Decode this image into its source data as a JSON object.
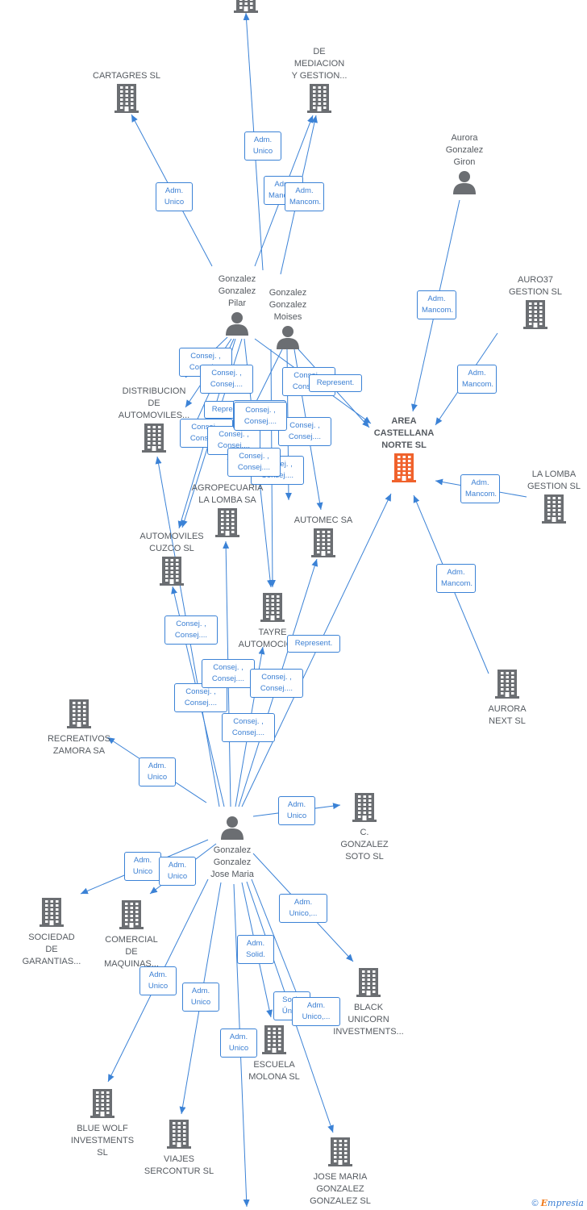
{
  "nodes": {
    "cartagres": {
      "label": "CARTAGRES  SL",
      "kind": "company"
    },
    "mediacion": {
      "label": "DE\nMEDIACION\nY GESTION...",
      "kind": "company"
    },
    "aurora_giron": {
      "label": "Aurora\nGonzalez\nGiron",
      "kind": "person"
    },
    "pilar": {
      "label": "Gonzalez\nGonzalez\nPilar",
      "kind": "person"
    },
    "moises": {
      "label": "Gonzalez\nGonzalez\nMoises",
      "kind": "person"
    },
    "auro37": {
      "label": "AURO37\nGESTION  SL",
      "kind": "company"
    },
    "distribucion": {
      "label": "DISTRIBUCION\nDE\nAUTOMOVILES...",
      "kind": "company"
    },
    "area": {
      "label": "AREA\nCASTELLANA\nNORTE  SL",
      "kind": "focus"
    },
    "lomba_gestion": {
      "label": "LA LOMBA\nGESTION  SL",
      "kind": "company"
    },
    "agropecuaria": {
      "label": "AGROPECUARIA\nLA LOMBA SA",
      "kind": "company"
    },
    "automec": {
      "label": "AUTOMEC SA",
      "kind": "company"
    },
    "cuzco": {
      "label": "AUTOMOVILES\nCUZCO  SL",
      "kind": "company"
    },
    "tayre": {
      "label": "TAYRE\nAUTOMOCION...",
      "kind": "company"
    },
    "aurora_next": {
      "label": "AURORA\nNEXT  SL",
      "kind": "company"
    },
    "recreativos": {
      "label": "RECREATIVOS\nZAMORA SA",
      "kind": "company"
    },
    "jose_maria": {
      "label": "Gonzalez\nGonzalez\nJose Maria",
      "kind": "person"
    },
    "c_gonzalez": {
      "label": "C.\nGONZALEZ\nSOTO  SL",
      "kind": "company"
    },
    "sociedad": {
      "label": "SOCIEDAD\nDE\nGARANTIAS...",
      "kind": "company"
    },
    "comercial": {
      "label": "COMERCIAL\nDE\nMAQUINAS...",
      "kind": "company"
    },
    "black_unicorn": {
      "label": "BLACK\nUNICORN\nINVESTMENTS...",
      "kind": "company"
    },
    "escuela": {
      "label": "ESCUELA\nMOLONA  SL",
      "kind": "company"
    },
    "blue_wolf": {
      "label": "BLUE WOLF\nINVESTMENTS\nSL",
      "kind": "company"
    },
    "viajes": {
      "label": "VIAJES\nSERCONTUR SL",
      "kind": "company"
    },
    "jm_sl": {
      "label": "JOSE MARIA\nGONZALEZ\nGONZALEZ  SL",
      "kind": "company"
    },
    "top_company": {
      "label": "",
      "kind": "company"
    }
  },
  "edge_labels": [
    "Adm.\nUnico",
    "Adm.\nUnico",
    "Adm.\nMancom.",
    "Adm.\nMancom.",
    "Adm.\nMancom.",
    "Adm.\nMancom.",
    "Adm.\nMancom.",
    "Adm.\nMancom.",
    "Consej. ,\nConsej....",
    "Consej. ,\nConsej....",
    "Consej. ,\nConsej....",
    "Represent.",
    "Represent.",
    "Consej. ,\nConsej....",
    "Consej. ,\nConsej....",
    "Consej. ,\nConsej....",
    "Consej. ,\nConsej....",
    "Consej. ,\nConsej....",
    "Consej. ,\nConsej....",
    "Consej. ,\nConsej....",
    "Consej. ,\nConsej....",
    "Represent.",
    "Consej. ,\nConsej....",
    "Consej. ,\nConsej....",
    "Consej. ,\nConsej....",
    "Consej. ,\nConsej....",
    "Adm.\nUnico",
    "Adm.\nUnico",
    "Adm.\nUnico",
    "Adm.\nUnico",
    "Adm.\nUnico,...",
    "Adm.\nUnico",
    "Adm.\nUnico",
    "Adm.\nUnico",
    "Adm.\nSolid.",
    "Socio\nÚnico",
    "Adm.\nUnico,..."
  ],
  "brand": {
    "copyright": "©",
    "e": "E",
    "rest": "mpresia"
  },
  "colors": {
    "edge": "#3b82d6",
    "icon": "#6b6e72",
    "focus": "#f0622c"
  }
}
